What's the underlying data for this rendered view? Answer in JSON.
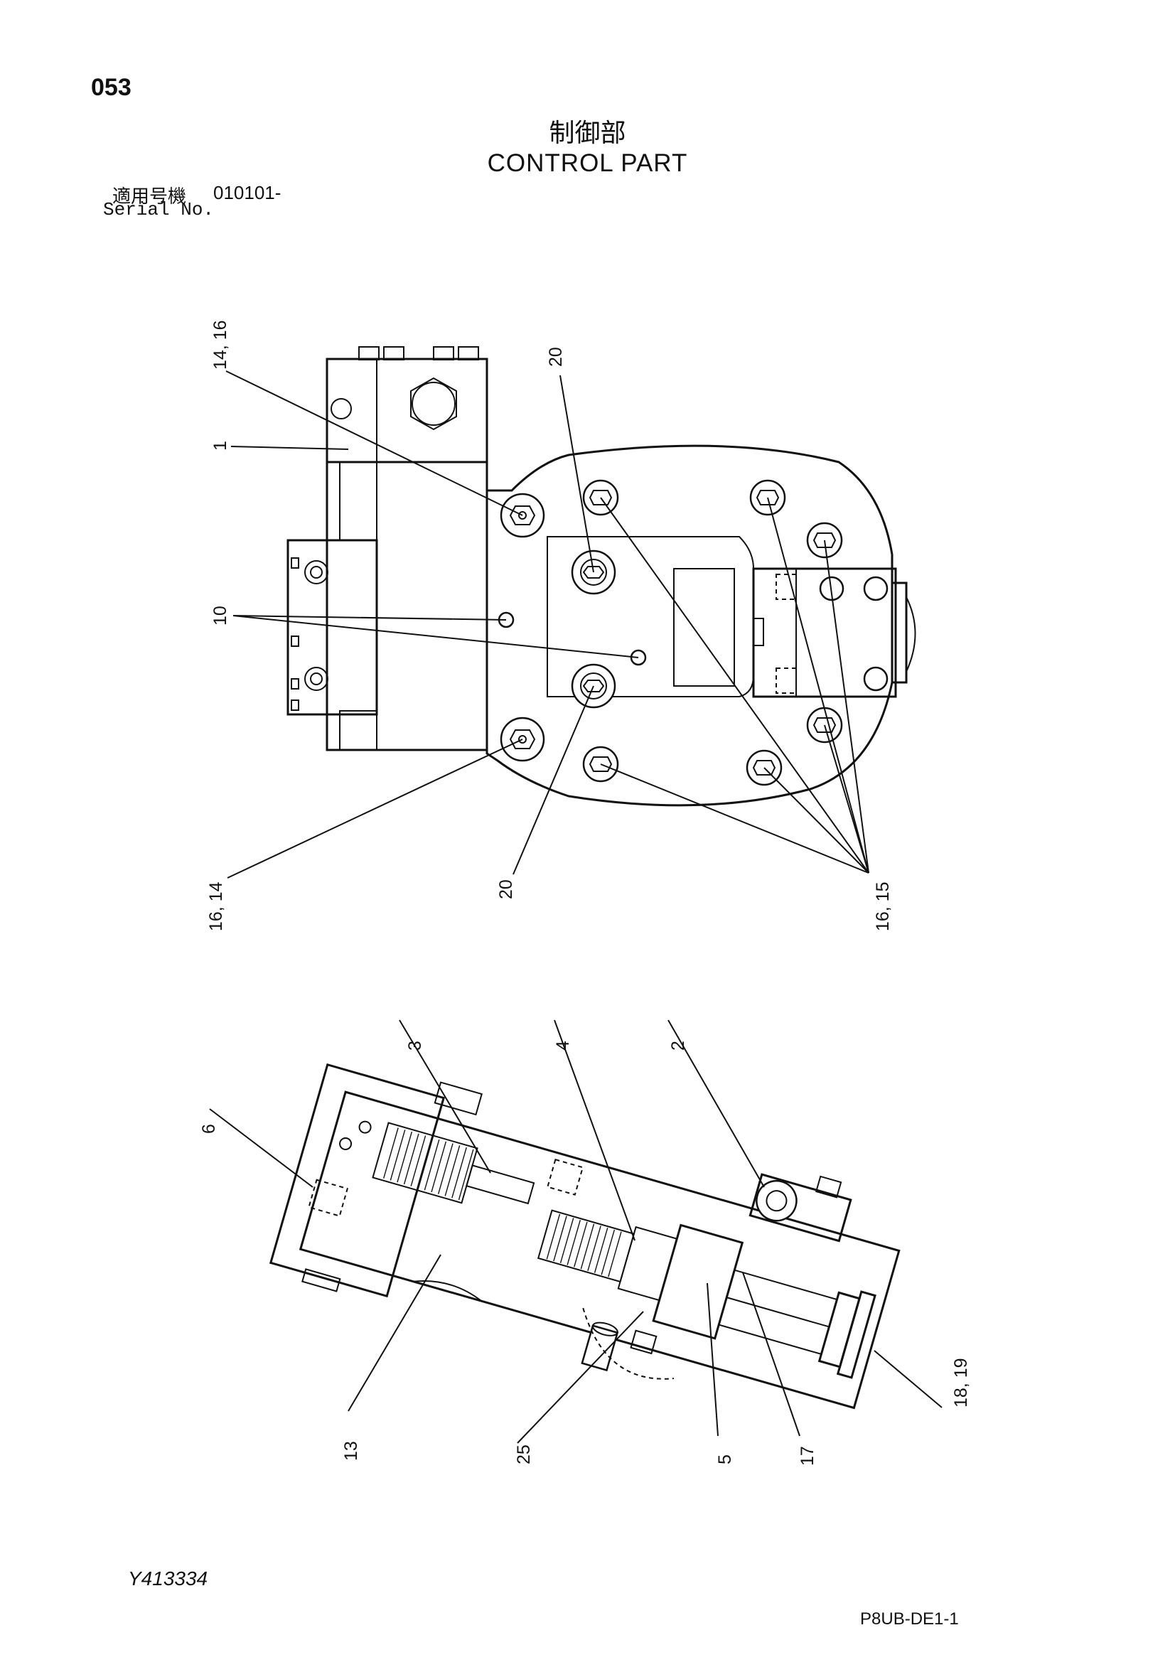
{
  "header": {
    "page_number": "053",
    "title_jp": "制御部",
    "title_en": "CONTROL PART",
    "serial_label_jp": "適用号機",
    "serial_value": "010101-",
    "serial_label_en": "Serial No."
  },
  "top_view": {
    "callouts": {
      "c_14_16": "14, 16",
      "c_1": "1",
      "c_10": "10",
      "c_20_top": "20",
      "c_16_14": "16, 14",
      "c_20_bottom": "20",
      "c_16_15": "16, 15"
    }
  },
  "bottom_view": {
    "callouts": {
      "c_3": "3",
      "c_4": "4",
      "c_2": "2",
      "c_6": "6",
      "c_13": "13",
      "c_25": "25",
      "c_5": "5",
      "c_17": "17",
      "c_18_19": "18, 19"
    }
  },
  "footer": {
    "drawing_code": "Y413334",
    "page_code": "P8UB-DE1-1"
  }
}
